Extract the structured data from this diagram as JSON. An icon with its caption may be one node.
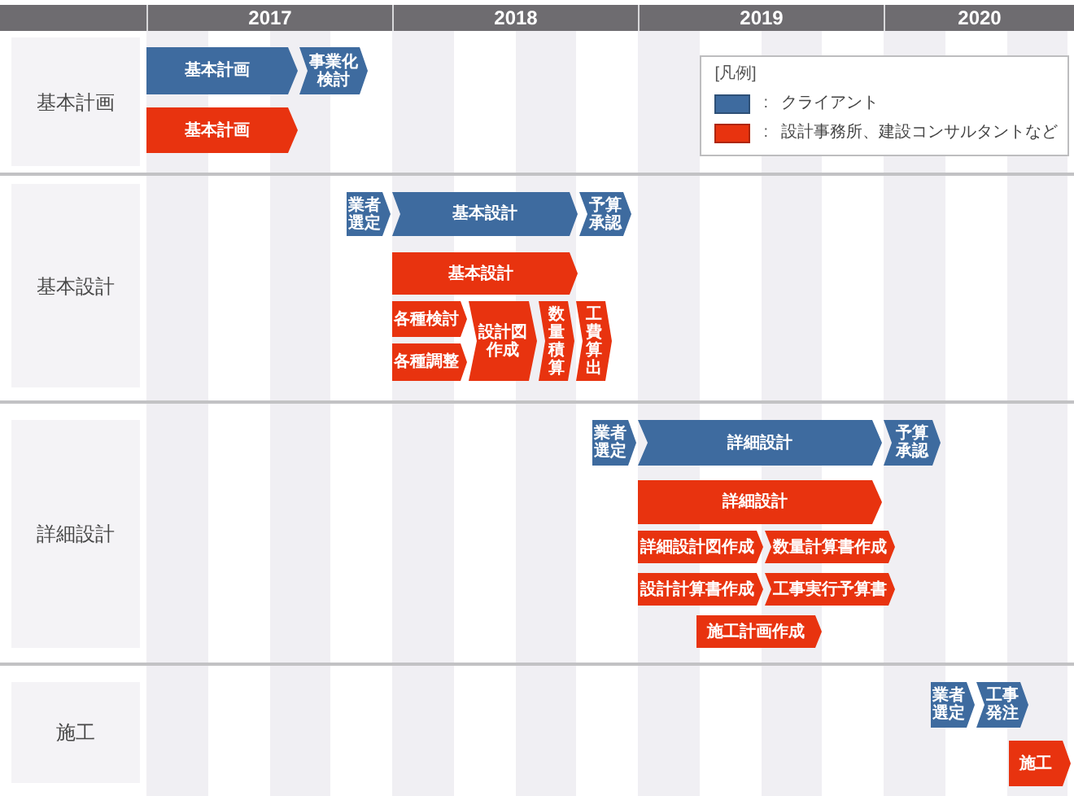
{
  "diagram": {
    "nodes": [
      {
        "text": [
          "基本計画"
        ]
      },
      {
        "text": [
          "基本計画"
        ]
      },
      {
        "text": [
          "事業化検討"
        ]
      },
      {
        "text": [
          "基本計画"
        ]
      },
      {
        "text": [
          "基本設計"
        ]
      },
      {
        "text": [
          "業者選定"
        ]
      },
      {
        "text": [
          "基本設計"
        ]
      },
      {
        "text": [
          "予算承認"
        ]
      },
      {
        "text": [
          "基本設計"
        ]
      },
      {
        "text": [
          "各種検討"
        ]
      },
      {
        "text": [
          "各種調整"
        ]
      },
      {
        "text": [
          "設計図作成"
        ]
      },
      {
        "text": [
          "数量積算"
        ]
      },
      {
        "text": [
          "工費算出"
        ]
      },
      {
        "text": [
          "詳細設計"
        ]
      },
      {
        "text": [
          "業者選定"
        ]
      },
      {
        "text": [
          "詳細設計"
        ]
      },
      {
        "text": [
          "予算承認"
        ]
      },
      {
        "text": [
          "詳細設計"
        ]
      },
      {
        "text": [
          "詳細設計図作成"
        ]
      },
      {
        "text": [
          "数量計算書作成"
        ]
      },
      {
        "text": [
          "設計計算書作成"
        ]
      },
      {
        "text": [
          "工事実行予算書"
        ]
      },
      {
        "text": [
          "施工計画作成"
        ]
      },
      {
        "text": [
          "施工"
        ]
      },
      {
        "text": [
          "業者選定"
        ]
      },
      {
        "text": [
          "工事発注"
        ]
      },
      {
        "text": [
          "施工"
        ]
      }
    ],
    "labels": [
      "2017",
      "2018",
      "2019",
      "2020",
      "[凡例]",
      ":",
      ":"
    ],
    "legend": [
      {
        "text": "クライアント",
        "color": "#3e6b9f"
      },
      {
        "text": "設計事務所、建設コンサルタントなど",
        "color": "#e8330f"
      }
    ]
  }
}
